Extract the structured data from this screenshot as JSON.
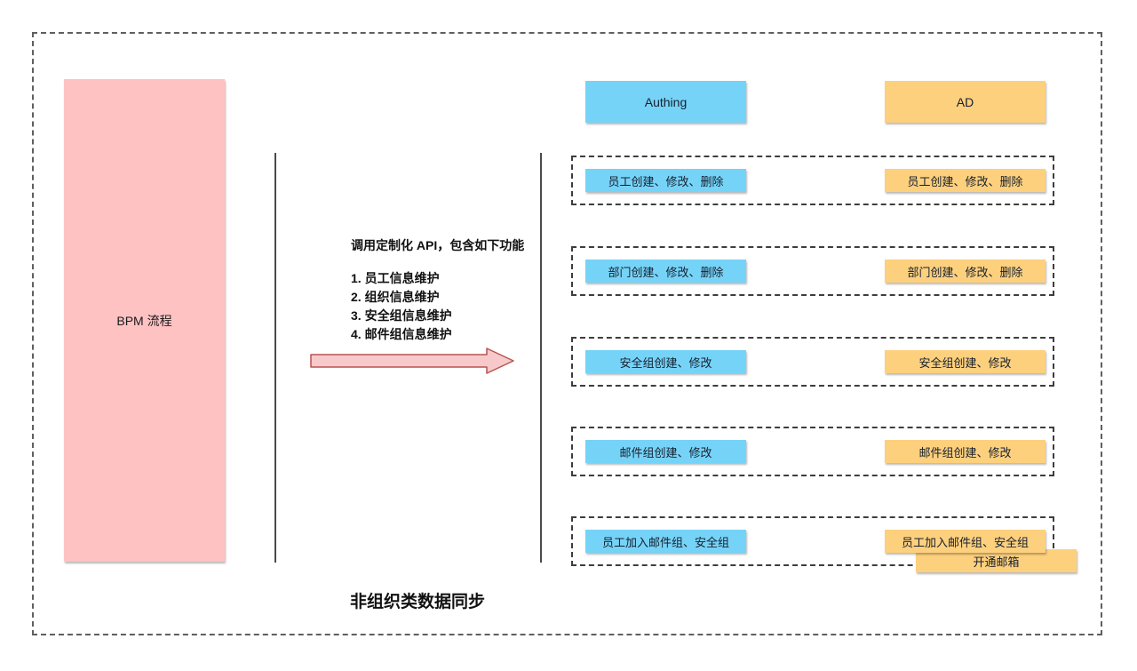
{
  "diagram": {
    "title": "非组织类数据同步",
    "bpm_box": {
      "label": "BPM 流程"
    },
    "api_note": {
      "heading": "调用定制化 API，包含如下功能",
      "items": [
        "1. 员工信息维护",
        "2. 组织信息维护",
        "3. 安全组信息维护",
        "4. 邮件组信息维护"
      ]
    },
    "columns": [
      {
        "label": "Authing"
      },
      {
        "label": "AD"
      }
    ],
    "rows": [
      {
        "authing": "员工创建、修改、删除",
        "ad": "员工创建、修改、删除"
      },
      {
        "authing": "部门创建、修改、删除",
        "ad": "部门创建、修改、删除"
      },
      {
        "authing": "安全组创建、修改",
        "ad": "安全组创建、修改"
      },
      {
        "authing": "邮件组创建、修改",
        "ad": "邮件组创建、修改"
      },
      {
        "authing": "员工加入邮件组、安全组",
        "ad": "员工加入邮件组、安全组",
        "ad_extra": "开通邮箱"
      }
    ],
    "colors": {
      "bpm_pink": "#FFC2C3",
      "authing_blue": "#76D3F8",
      "ad_orange": "#FDD07E",
      "arrow_fill": "#F8C9CA",
      "arrow_stroke": "#B85450"
    }
  }
}
